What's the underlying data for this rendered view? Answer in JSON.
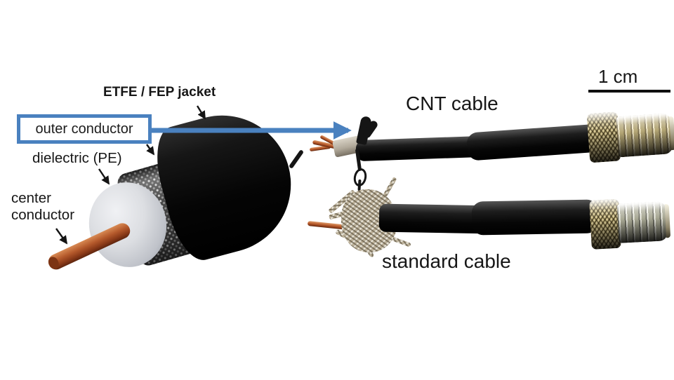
{
  "colors": {
    "accent_blue": "#4a81bf",
    "text": "#161616",
    "scale_bar": "#0f0f0f"
  },
  "diagram": {
    "labels": {
      "jacket": "ETFE / FEP jacket",
      "outer_conductor": "outer conductor",
      "dielectric": "dielectric (PE)",
      "center_conductor": "center conductor"
    }
  },
  "photos": {
    "cnt": {
      "label": "CNT cable"
    },
    "standard": {
      "label": "standard cable"
    },
    "scale_bar": {
      "label": "1 cm"
    }
  }
}
